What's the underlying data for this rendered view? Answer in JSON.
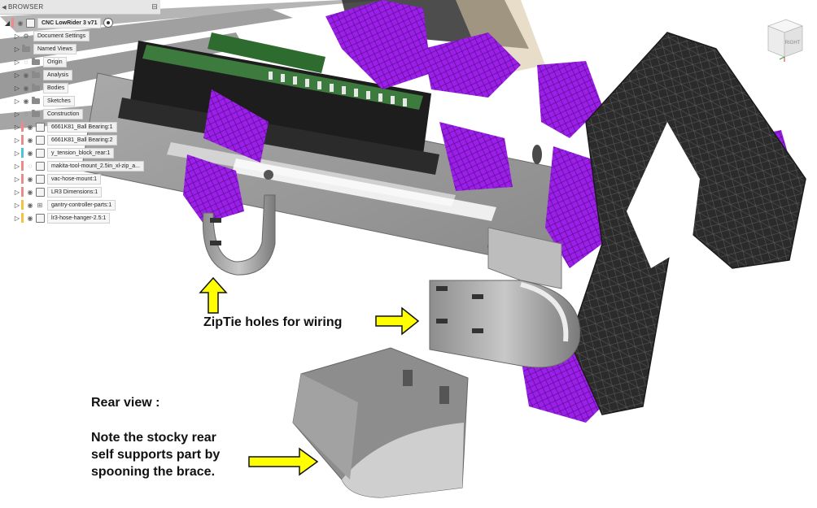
{
  "browser": {
    "title": "BROWSER",
    "root": "CNC LowRider 3 v71",
    "items": [
      {
        "label": "Document Settings",
        "icon": "gear-icon",
        "color": null
      },
      {
        "label": "Named Views",
        "icon": "folder-icon",
        "color": null
      },
      {
        "label": "Origin",
        "icon": "folder-icon",
        "color": null
      },
      {
        "label": "Analysis",
        "icon": "folder-icon",
        "color": null
      },
      {
        "label": "Bodies",
        "icon": "folder-icon",
        "color": null
      },
      {
        "label": "Sketches",
        "icon": "folder-icon",
        "color": null
      },
      {
        "label": "Construction",
        "icon": "folder-icon",
        "color": null
      },
      {
        "label": "6661K81_Ball Bearing:1",
        "icon": "component-icon",
        "color": "#f08a8a"
      },
      {
        "label": "6661K81_Ball Bearing:2",
        "icon": "component-icon",
        "color": "#f08a8a"
      },
      {
        "label": "y_tension_block_rear:1",
        "icon": "component-icon",
        "color": "#4fc3d9"
      },
      {
        "label": "makita-tool-mount_2.5in_xl-zip_a...",
        "icon": "component-icon",
        "color": "#f08a8a"
      },
      {
        "label": "vac-hose-mount:1",
        "icon": "component-icon",
        "color": "#f08a8a"
      },
      {
        "label": "LR3 Dimensions:1",
        "icon": "component-icon",
        "color": "#f08a8a"
      },
      {
        "label": "gantry-controller-parts:1",
        "icon": "assembly-icon",
        "color": "#f5c04a"
      },
      {
        "label": "lr3-hose-hanger-2.5:1",
        "icon": "component-icon",
        "color": "#f5c04a"
      }
    ]
  },
  "viewcube": {
    "face": "RIGHT"
  },
  "annotations": {
    "ziptie": "ZipTie holes for wiring",
    "rear_title": "Rear view :",
    "rear_line1": "Note the stocky rear",
    "rear_line2": "self supports part by",
    "rear_line3": "spooning the brace."
  },
  "colors": {
    "accent_purple": "#a020f0",
    "arrow_yellow": "#ffff00",
    "frame_black": "#2a2a2a"
  }
}
